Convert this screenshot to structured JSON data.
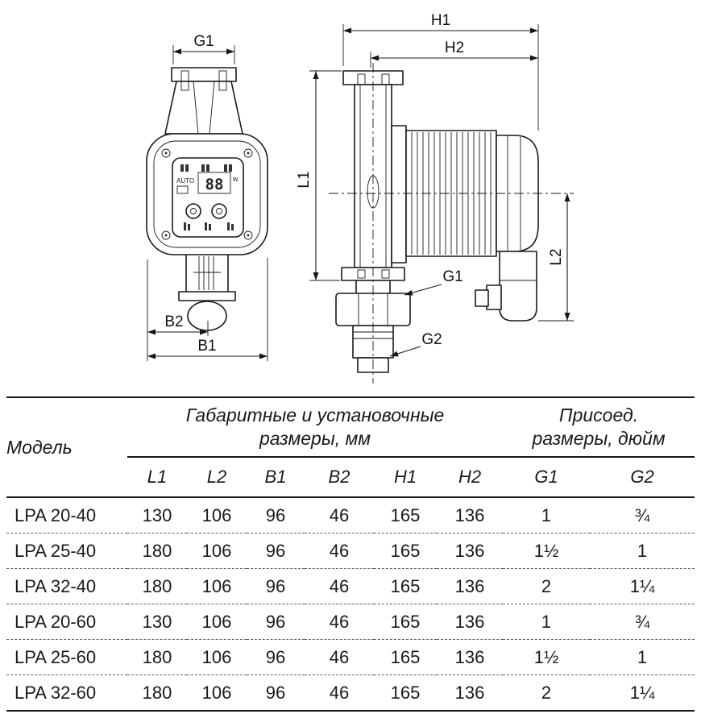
{
  "drawing": {
    "front": {
      "g1": "G1",
      "b2": "B2",
      "b1": "B1",
      "auto": "AUTO",
      "display": "88",
      "watt": "w"
    },
    "side": {
      "h1": "H1",
      "h2": "H2",
      "l1": "L1",
      "l2": "L2",
      "g1": "G1",
      "g2": "G2"
    }
  },
  "table": {
    "model_header": "Модель",
    "group_mm_line1": "Габаритные и установочные",
    "group_mm_line2": "размеры, мм",
    "group_inch_line1": "Присоед.",
    "group_inch_line2": "размеры, дюйм",
    "columns": [
      "L1",
      "L2",
      "B1",
      "B2",
      "H1",
      "H2",
      "G1",
      "G2"
    ],
    "rows": [
      {
        "model": "LPA 20-40",
        "L1": "130",
        "L2": "106",
        "B1": "96",
        "B2": "46",
        "H1": "165",
        "H2": "136",
        "G1": "1",
        "G2": "¾"
      },
      {
        "model": "LPA 25-40",
        "L1": "180",
        "L2": "106",
        "B1": "96",
        "B2": "46",
        "H1": "165",
        "H2": "136",
        "G1": "1½",
        "G2": "1"
      },
      {
        "model": "LPA 32-40",
        "L1": "180",
        "L2": "106",
        "B1": "96",
        "B2": "46",
        "H1": "165",
        "H2": "136",
        "G1": "2",
        "G2": "1¼"
      },
      {
        "model": "LPA 20-60",
        "L1": "130",
        "L2": "106",
        "B1": "96",
        "B2": "46",
        "H1": "165",
        "H2": "136",
        "G1": "1",
        "G2": "¾"
      },
      {
        "model": "LPA 25-60",
        "L1": "180",
        "L2": "106",
        "B1": "96",
        "B2": "46",
        "H1": "165",
        "H2": "136",
        "G1": "1½",
        "G2": "1"
      },
      {
        "model": "LPA 32-60",
        "L1": "180",
        "L2": "106",
        "B1": "96",
        "B2": "46",
        "H1": "165",
        "H2": "136",
        "G1": "2",
        "G2": "1¼"
      }
    ]
  }
}
